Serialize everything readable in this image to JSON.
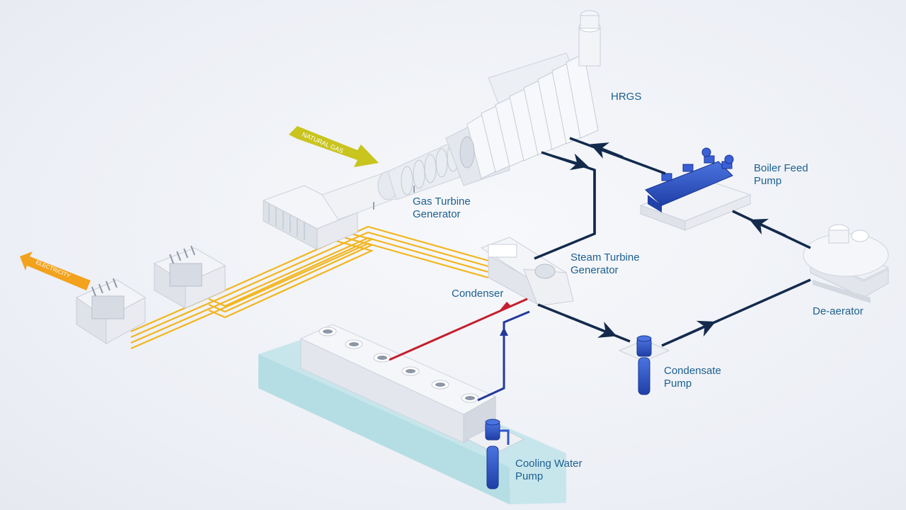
{
  "labels": {
    "hrgs": "HRGS",
    "natural_gas": "NATURAL GAS",
    "electricity": "ELECTRICITY",
    "gas_turbine_line1": "Gas Turbine",
    "gas_turbine_line2": "Generator",
    "steam_turbine_line1": "Steam Turbine",
    "steam_turbine_line2": "Generator",
    "condenser": "Condenser",
    "boiler_feed_line1": "Boiler Feed",
    "boiler_feed_line2": "Pump",
    "deaerator": "De-aerator",
    "condensate_line1": "Condensate",
    "condensate_line2": "Pump",
    "cooling_line1": "Cooling Water",
    "cooling_line2": "Pump"
  },
  "colors": {
    "label_text": "#1c5f8e",
    "steam_water_line": "#132a4c",
    "hot_water_line": "#c41f2e",
    "cold_water_line": "#24399a",
    "electricity_line": "#f2b51c",
    "natural_gas_arrow": "#c9c41e",
    "electricity_arrow": "#f2a21c",
    "pump_blue": "#2f56c8",
    "water_basin": "#bfe4ea"
  }
}
